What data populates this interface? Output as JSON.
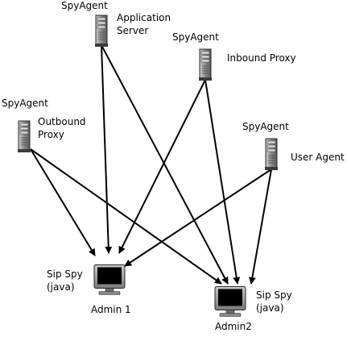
{
  "colors": {
    "background": "#ffffff",
    "arrow": "#000000",
    "server_body": "#8a8a8a",
    "monitor_screen": "#000000",
    "monitor_frame": "#9a9a9a"
  },
  "nodes": {
    "application_server": {
      "agent_label": "SpyAgent",
      "name_line1": "Application",
      "name_line2": "Server",
      "icon": "server-tower-icon"
    },
    "inbound_proxy": {
      "agent_label": "SpyAgent",
      "name_line1": "Inbound Proxy",
      "icon": "server-tower-icon"
    },
    "outbound_proxy": {
      "agent_label": "SpyAgent",
      "name_line1": "Outbound",
      "name_line2": "Proxy",
      "icon": "server-tower-icon"
    },
    "user_agent": {
      "agent_label": "SpyAgent",
      "name_line1": "User Agent",
      "icon": "server-tower-icon"
    },
    "admin1": {
      "tool_line1": "Sip Spy",
      "tool_line2": "(java)",
      "name": "Admin 1",
      "icon": "monitor-icon"
    },
    "admin2": {
      "tool_line1": "Sip Spy",
      "tool_line2": "(java)",
      "name": "Admin2",
      "icon": "monitor-icon"
    }
  },
  "edges": [
    {
      "from": "application_server",
      "to": "admin1"
    },
    {
      "from": "application_server",
      "to": "admin2"
    },
    {
      "from": "inbound_proxy",
      "to": "admin1"
    },
    {
      "from": "inbound_proxy",
      "to": "admin2"
    },
    {
      "from": "outbound_proxy",
      "to": "admin1"
    },
    {
      "from": "outbound_proxy",
      "to": "admin2"
    },
    {
      "from": "user_agent",
      "to": "admin1"
    },
    {
      "from": "user_agent",
      "to": "admin2"
    }
  ]
}
